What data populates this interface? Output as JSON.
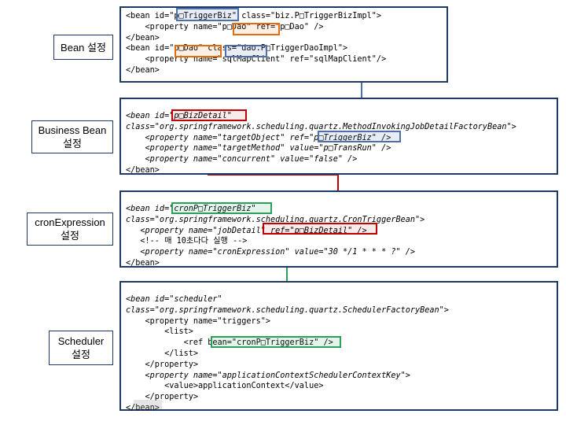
{
  "sections": {
    "bean": {
      "label": [
        "Bean 설정"
      ],
      "lines": [
        "<bean id=\"p□TriggerBiz\" class=\"biz.P□TriggerBizImpl\">",
        "    <property name=\"p□Dao\" ref=\"p□Dao\" />",
        "</bean>",
        "<bean id=\"p□Dao\" class=\"dao.P□TriggerDaoImpl\">",
        "    <property name=\"sqlMapClient\" ref=\"sqlMapClient\"/>",
        "</bean>"
      ]
    },
    "business": {
      "label": [
        "Business Bean",
        "설정"
      ],
      "lines": [
        "<bean id=\"p□BizDetail\"",
        "class=\"org.springframework.scheduling.quartz.MethodInvokingJobDetailFactoryBean\">",
        "    <property name=\"targetObject\" ref=\"p□TriggerBiz\" />",
        "    <property name=\"targetMethod\" value=\"p□TransRun\" />",
        "    <property name=\"concurrent\" value=\"false\" />",
        "</bean>"
      ]
    },
    "cron": {
      "label": [
        "cronExpression",
        "설정"
      ],
      "lines": [
        "<bean id=\"cronP□TriggerBiz\"",
        "class=\"org.springframework.scheduling.quartz.CronTriggerBean\">",
        "   <property name=\"jobDetail\" ref=\"p□BizDetail\" />",
        "   <!-- 매 10초다다 실행 -->",
        "   <property name=\"cronExpression\" value=\"30 */1 * * * ?\" />",
        "</bean>"
      ]
    },
    "scheduler": {
      "label": [
        "Scheduler",
        "설정"
      ],
      "lines": [
        "<bean id=\"scheduler\"",
        "class=\"org.springframework.scheduling.quartz.SchedulerFactoryBean\">",
        "    <property name=\"triggers\">",
        "        <list>",
        "            <ref bean=\"cronP□TriggerBiz\" />",
        "        </list>",
        "    </property>",
        "    <property name=\"applicationContextSchedulerContextKey\">",
        "        <value>applicationContext</value>",
        "    </property>",
        "</bean>"
      ]
    }
  },
  "colors": {
    "panel_border": "#1f3864",
    "blue": "#4f6fa8",
    "orange": "#e46c0a",
    "red": "#c00000",
    "green": "#2aa05a"
  }
}
